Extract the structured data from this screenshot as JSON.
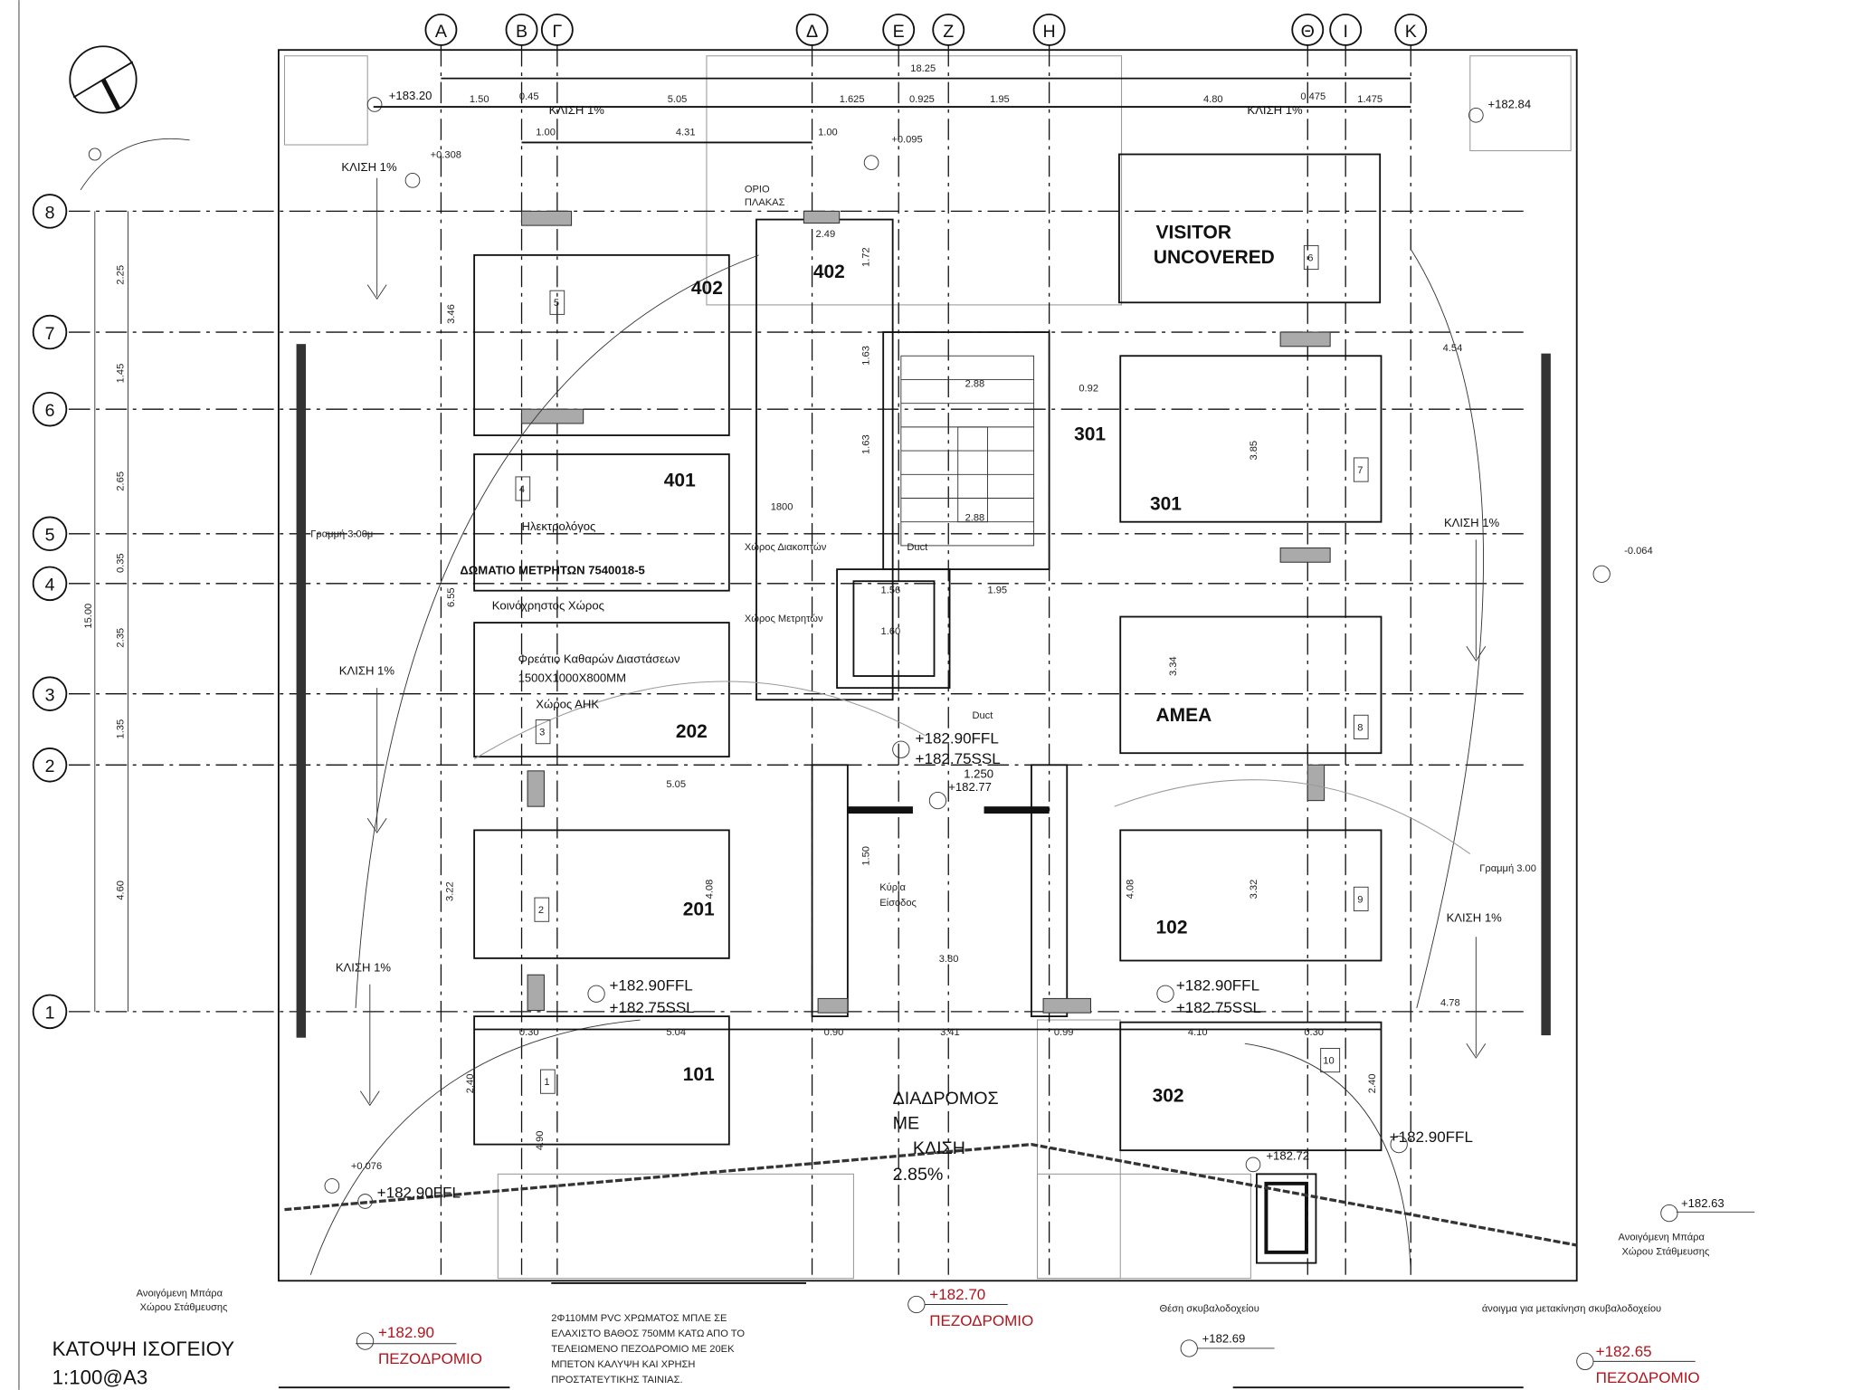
{
  "title": {
    "name": "ΚΑΤΟΨΗ ΙΣΟΓΕΙΟΥ",
    "scale": "1:100@A3"
  },
  "grid": {
    "columns": [
      "Α",
      "Β",
      "Γ",
      "Δ",
      "Ε",
      "Ζ",
      "Η",
      "Θ",
      "Ι",
      "Κ"
    ],
    "rows": [
      "8",
      "7",
      "6",
      "5",
      "4",
      "3",
      "2",
      "1"
    ]
  },
  "rooms": {
    "r402a": "402",
    "r402b": "402",
    "r401": "401",
    "r202": "202",
    "r201": "201",
    "r101": "101",
    "r301a": "301",
    "r301b": "301",
    "amea": "ΑΜΕΑ",
    "r102": "102",
    "r302": "302",
    "visitor1": "VISITOR",
    "visitor2": "UNCOVERED"
  },
  "parking_numbers": [
    "1",
    "2",
    "3",
    "4",
    "5",
    "6",
    "7",
    "8",
    "9",
    "10"
  ],
  "notes": {
    "electrician": "Ηλεκτρολόγος",
    "meter_room": "ΔΩΜΑΤΙΟ ΜΕΤΡΗΤΩΝ 7540018-5",
    "common_area": "Κοινόχρηστος Χώρος",
    "clean_water_shaft": "Φρεάτιο Καθαρών Διαστάσεων",
    "shaft_size": "1500X1000X800MM",
    "eac_space": "Χώρος ΑΗΚ",
    "switch_space": "Χώρος Διακοπτών",
    "meter_space": "Χώρος Μετρητών",
    "duct1": "Duct",
    "duct2": "Duct",
    "slab_limit1": "ΟΡΙΟ",
    "slab_limit2": "ΠΛΑΚΑΣ",
    "main_entrance1": "Κύρια",
    "main_entrance2": "Είσοδος",
    "line_left": "Γραμμή 3.00μ",
    "line_right": "Γραμμή 3.00",
    "corridor1": "ΔΙΑΔΡΟΜΟΣ",
    "corridor2": "ΜΕ",
    "corridor3": "ΚΛΙΣΗ",
    "corridor4": "2.85%",
    "barrier_left1": "Ανοιγόμενη Μπάρα",
    "barrier_left2": "Χώρου Στάθμευσης",
    "barrier_right1": "Ανοιγόμενη Μπάρα",
    "barrier_right2": "Χώρου Στάθμευσης",
    "bin_position": "Θέση σκυβαλοδοχείου",
    "bin_opening": "άνοιγμα για μετακίνηση σκυβαλοδοχείου",
    "pipe_note": [
      "2Φ110ΜΜ PVC ΧΡΩΜΑΤΟΣ ΜΠΛΕ ΣΕ",
      "ΕΛΑΧΙΣΤΟ ΒΑΘΟΣ 750ΜΜ ΚΑΤΩ ΑΠΟ ΤΟ",
      "ΤΕΛΕΙΩΜΕΝΟ ΠΕΖΟΔΡΟΜΙΟ ΜΕ 20ΕΚ",
      "ΜΠΕΤΟΝ ΚΑΛΥΨΗ ΚΑΙ ΧΡΗΣΗ",
      "ΠΡΟΣΤΑΤΕΥΤΙΚΗΣ ΤΑΙΝΙΑΣ."
    ]
  },
  "slope_label": "ΚΛΙΣΗ 1%",
  "levels": {
    "tl": "+183.20",
    "tr": "+182.84",
    "l308": "+0.308",
    "l095": "+0.095",
    "center_ffl": "+182.90FFL",
    "center_ssl": "+182.75SSL",
    "l1250": "1.250",
    "l18277": "+182.77",
    "left_ffl": "+182.90FFL",
    "left_ssl": "+182.75SSL",
    "right_ffl": "+182.90FFL",
    "right_ssl": "+182.75SSL",
    "br_ffl": "+182.90FFL",
    "l18272": "+182.72",
    "l076": "+0.076",
    "bl_ffl": "+182.90FFL",
    "l18263": "+182.63",
    "l064": "-0.064",
    "l18269": "+182.69"
  },
  "pavements": [
    {
      "level": "+182.90",
      "label": "ΠΕΖΟΔΡΟΜΙΟ"
    },
    {
      "level": "+182.70",
      "label": "ΠΕΖΟΔΡΟΜΙΟ"
    },
    {
      "level": "+182.65",
      "label": "ΠΕΖΟΔΡΟΜΙΟ"
    }
  ],
  "dimensions": {
    "top_total": "18.25",
    "top_row": [
      "1.50",
      "0.45",
      "5.05",
      "1.625",
      "0.925",
      "1.95",
      "4.80",
      "0.475",
      "1.475"
    ],
    "second_row": [
      "1.00",
      "4.31",
      "1.00"
    ],
    "left_total": "15.00",
    "left_col": [
      "2.25",
      "1.45",
      "2.65",
      "0.35",
      "2.35",
      "1.35",
      "4.60"
    ],
    "bottom_row": [
      "0.30",
      "5.04",
      "0.90",
      "3.41",
      "0.99",
      "4.10",
      "0.30"
    ],
    "misc": [
      "5.05",
      "4.78",
      "4.54",
      "2.49",
      "2.88",
      "2.88",
      "1.95",
      "1.56",
      "1.60",
      "3.80",
      "0.92",
      "1800",
      "1.72",
      "1.63",
      "1.63",
      "3.85",
      "3.34",
      "3.32",
      "3.22",
      "4.08",
      "4.08",
      "2.40",
      "2.40",
      "4.90",
      "1.50",
      "6.55",
      "3.46"
    ]
  }
}
